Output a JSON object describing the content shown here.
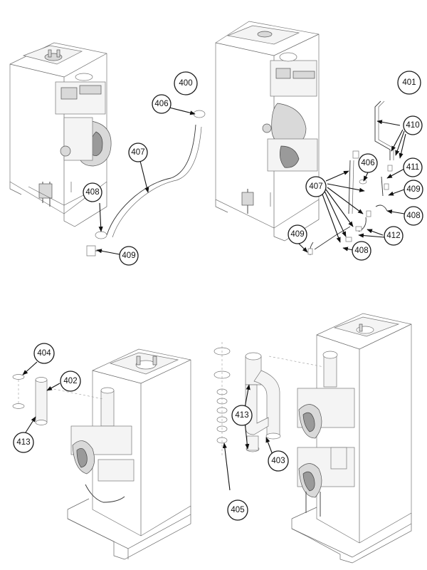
{
  "colors": {
    "line": "#666666",
    "leader": "#111111",
    "background": "#ffffff"
  },
  "callouts": {
    "c400": "400",
    "c401": "401",
    "c406a": "406",
    "c407a": "407",
    "c408a": "408",
    "c409a": "409",
    "c410": "410",
    "c406b": "406",
    "c411": "411",
    "c407b": "407",
    "c409b": "409",
    "c408b": "408",
    "c412": "412",
    "c409c": "409",
    "c408c": "408",
    "c404": "404",
    "c402": "402",
    "c413a": "413",
    "c413b": "413",
    "c403": "403",
    "c405": "405"
  }
}
